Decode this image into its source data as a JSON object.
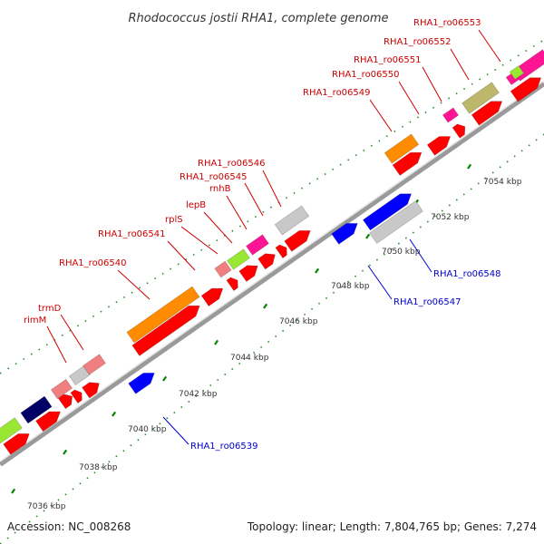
{
  "title": "Rhodococcus jostii RHA1, complete genome",
  "footer": {
    "accession": "Accession: NC_008268",
    "summary": "Topology: linear; Length: 7,804,765 bp; Genes: 7,274"
  },
  "colors": {
    "label_top": "#cc0000",
    "label_bottom": "#0000cc",
    "cds": "#ff0000",
    "reverse_gene": "#0000ff",
    "ruler": "#008800",
    "backbone": "#888888"
  },
  "ticks": [
    {
      "label": "7036 kbp"
    },
    {
      "label": "7038 kbp"
    },
    {
      "label": "7040 kbp"
    },
    {
      "label": "7042 kbp"
    },
    {
      "label": "7044 kbp"
    },
    {
      "label": "7046 kbp"
    },
    {
      "label": "7048 kbp"
    },
    {
      "label": "7050 kbp"
    },
    {
      "label": "7052 kbp"
    },
    {
      "label": "7054 kbp"
    }
  ],
  "genes_top": [
    {
      "name": "rimM",
      "color": "#f08080"
    },
    {
      "name": "trmD",
      "color": "#f08080"
    },
    {
      "name": "RHA1_ro06540",
      "color": "#ff8c00"
    },
    {
      "name": "RHA1_ro06541",
      "color": "#f08080"
    },
    {
      "name": "rplS",
      "color": "#99e633"
    },
    {
      "name": "lepB",
      "color": "#99e633"
    },
    {
      "name": "rnhB",
      "color": "#ff1493"
    },
    {
      "name": "RHA1_ro06545",
      "color": "#ff1493"
    },
    {
      "name": "RHA1_ro06546",
      "color": "#c8c8c8"
    },
    {
      "name": "RHA1_ro06549",
      "color": "#ff8c00"
    },
    {
      "name": "RHA1_ro06550",
      "color": "#ff1493"
    },
    {
      "name": "RHA1_ro06551",
      "color": "#ff1493"
    },
    {
      "name": "RHA1_ro06552",
      "color": "#bdb76b"
    },
    {
      "name": "RHA1_ro06553",
      "color": "#ff1493"
    }
  ],
  "genes_bottom": [
    {
      "name": "RHA1_ro06539",
      "color": "#0000ff"
    },
    {
      "name": "RHA1_ro06547",
      "color": "#0000ff"
    },
    {
      "name": "RHA1_ro06548",
      "color": "#c8c8c8"
    }
  ]
}
